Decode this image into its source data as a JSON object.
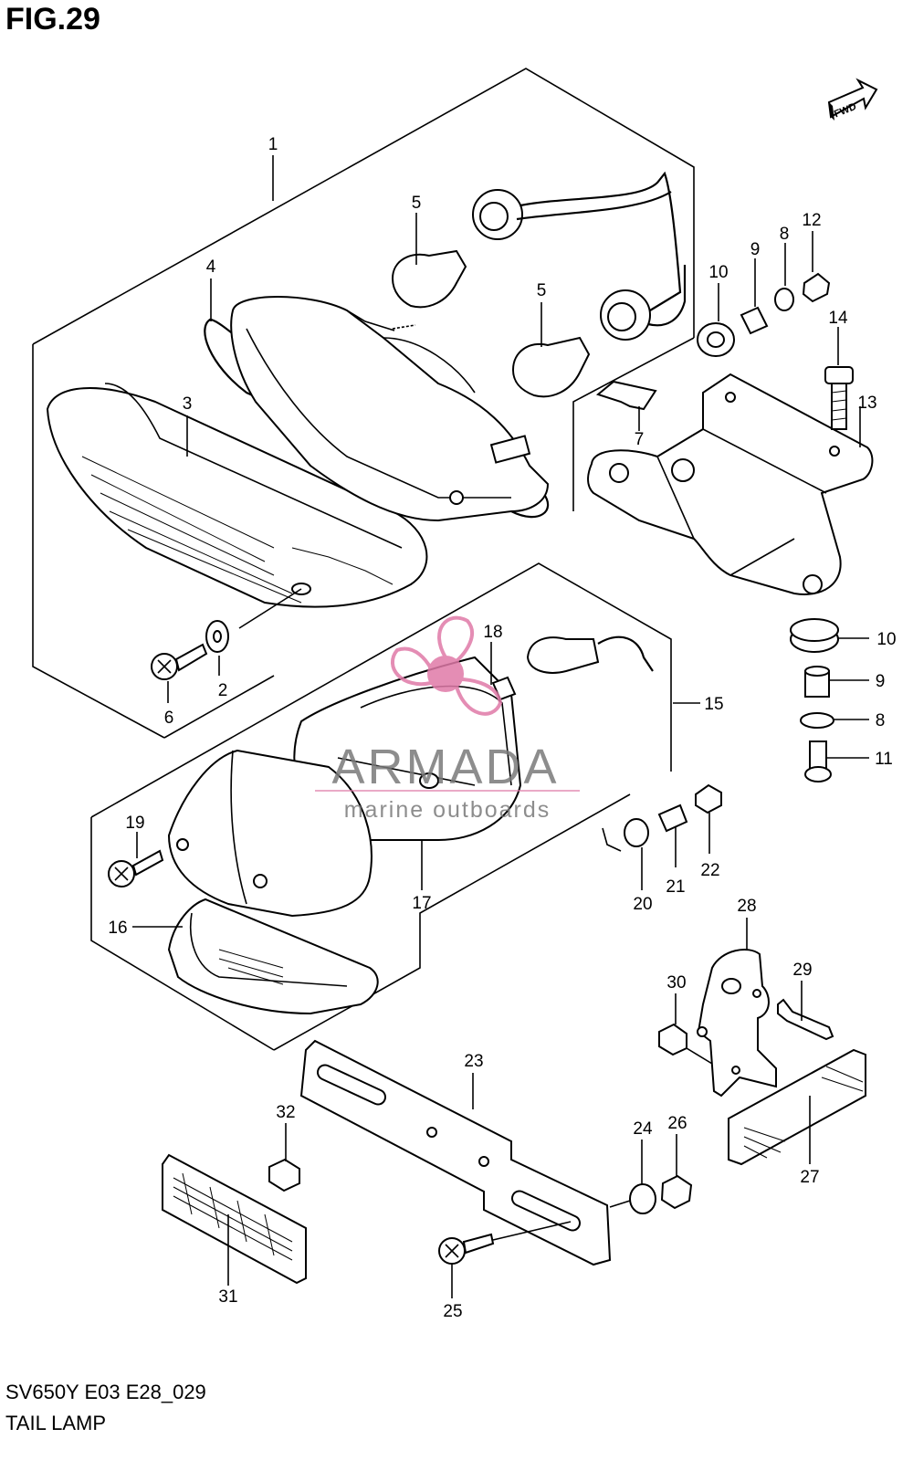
{
  "figure": {
    "title": "FIG.29",
    "model_code": "SV650Y E03 E28_029",
    "caption": "TAIL LAMP",
    "fwd_label": "FWD"
  },
  "watermark": {
    "brand": "ARMADA",
    "tagline": "marine outboards",
    "color": "#e07aa8"
  },
  "callouts": [
    "1",
    "2",
    "3",
    "4",
    "5",
    "5",
    "6",
    "7",
    "8",
    "8",
    "9",
    "9",
    "10",
    "10",
    "11",
    "12",
    "13",
    "14",
    "15",
    "16",
    "17",
    "18",
    "19",
    "20",
    "21",
    "22",
    "23",
    "24",
    "25",
    "26",
    "27",
    "28",
    "29",
    "30",
    "31",
    "32"
  ]
}
